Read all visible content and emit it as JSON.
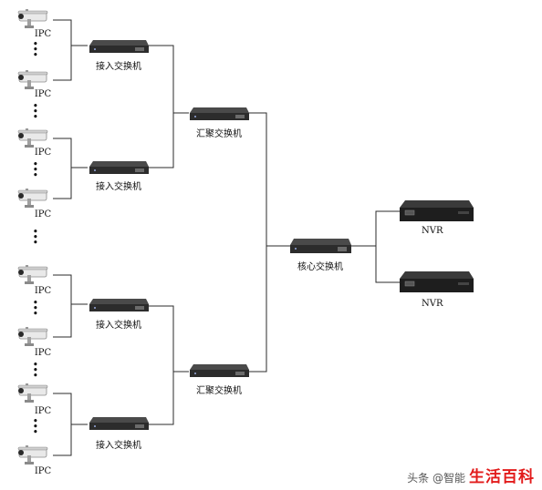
{
  "diagram": {
    "camera_label": "IPC",
    "camera_icon": "ip-camera-icon",
    "access_switch_label": "接入交换机",
    "aggregation_switch_label": "汇聚交换机",
    "core_switch_label": "核心交换机",
    "nvr_label": "NVR",
    "ellipsis": "⋮"
  },
  "watermark": {
    "prefix": "头条 @智能",
    "brand": "生活百科"
  }
}
